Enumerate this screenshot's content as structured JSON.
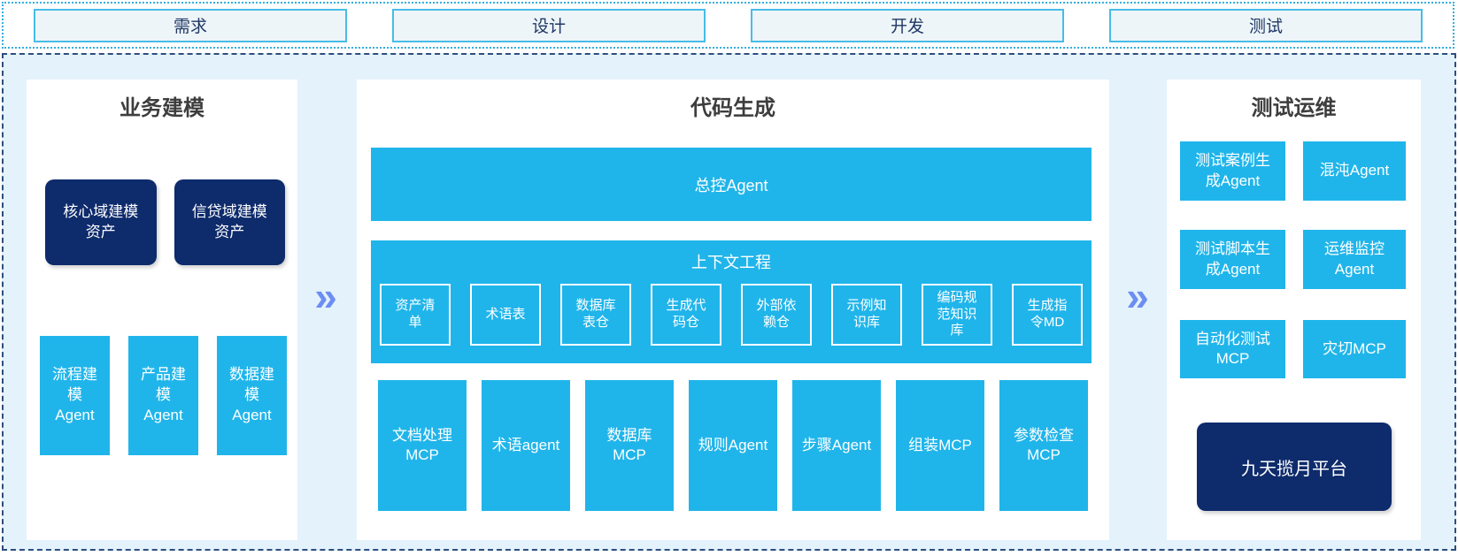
{
  "phases": [
    {
      "label": "需求"
    },
    {
      "label": "设计"
    },
    {
      "label": "开发"
    },
    {
      "label": "测试"
    }
  ],
  "arrow_glyph": "»",
  "colors": {
    "accent_cyan": "#20b5ea",
    "dark_navy": "#0e2b6c",
    "container_bg": "#e4f2fc",
    "arrow_blue": "#6c8ef2",
    "phase_border": "#46bde6"
  },
  "sections": {
    "business_modeling": {
      "title": "业务建模",
      "asset_boxes": [
        {
          "label": "核心域建模资产"
        },
        {
          "label": "信贷域建模资产"
        }
      ],
      "agent_boxes": [
        {
          "label": "流程建模Agent"
        },
        {
          "label": "产品建模Agent"
        },
        {
          "label": "数据建模Agent"
        }
      ]
    },
    "code_generation": {
      "title": "代码生成",
      "master_agent": "总控Agent",
      "context_engineering": {
        "title": "上下文工程",
        "items": [
          {
            "label": "资产清单"
          },
          {
            "label": "术语表"
          },
          {
            "label": "数据库表仓"
          },
          {
            "label": "生成代码仓"
          },
          {
            "label": "外部依赖仓"
          },
          {
            "label": "示例知识库"
          },
          {
            "label": "编码规范知识库"
          },
          {
            "label": "生成指令MD"
          }
        ]
      },
      "tool_boxes": [
        {
          "label": "文档处理MCP"
        },
        {
          "label": "术语agent"
        },
        {
          "label": "数据库MCP"
        },
        {
          "label": "规则Agent"
        },
        {
          "label": "步骤Agent"
        },
        {
          "label": "组装MCP"
        },
        {
          "label": "参数检查MCP"
        }
      ]
    },
    "test_ops": {
      "title": "测试运维",
      "boxes": [
        {
          "label": "测试案例生成Agent"
        },
        {
          "label": "混沌Agent"
        },
        {
          "label": "测试脚本生成Agent"
        },
        {
          "label": "运维监控Agent"
        },
        {
          "label": "自动化测试MCP"
        },
        {
          "label": "灾切MCP"
        }
      ],
      "platform": "九天揽月平台"
    }
  }
}
